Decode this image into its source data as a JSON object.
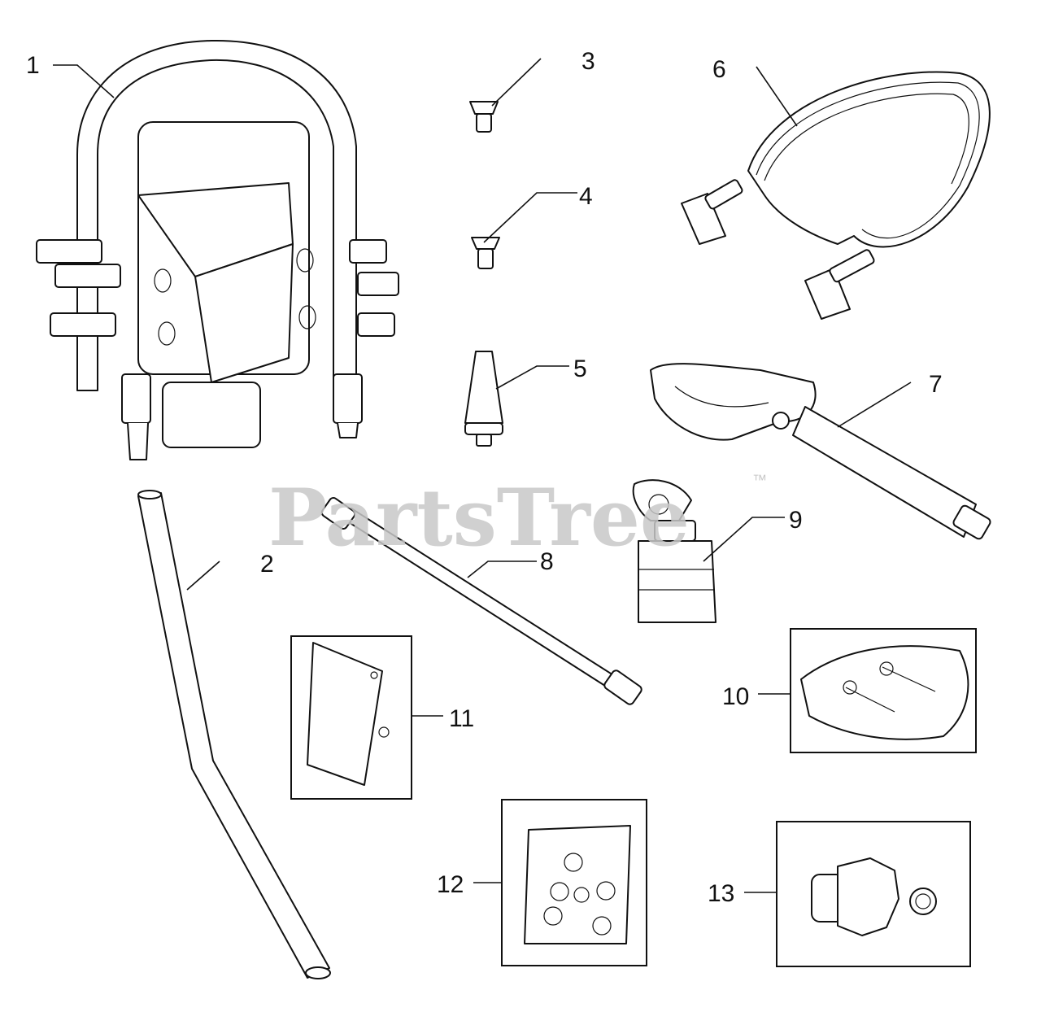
{
  "diagram": {
    "callouts": [
      "1",
      "2",
      "3",
      "4",
      "5",
      "6",
      "7",
      "8",
      "9",
      "10",
      "11",
      "12",
      "13"
    ],
    "watermark": {
      "brand": "PartsTree",
      "mark": "™"
    }
  }
}
